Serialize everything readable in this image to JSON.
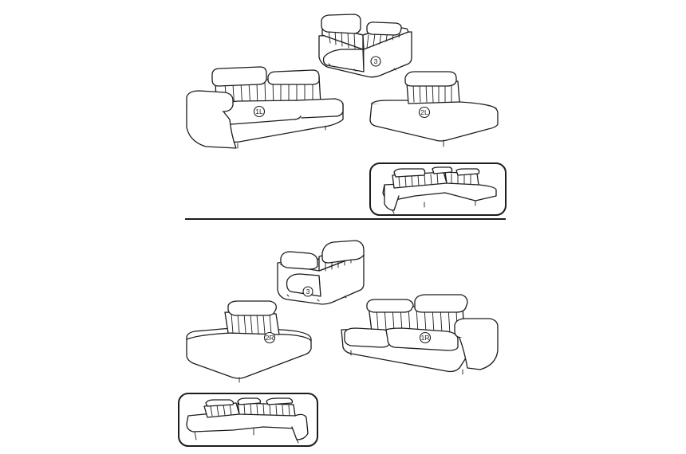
{
  "colors": {
    "line": "#1c1c1c",
    "background": "#ffffff"
  },
  "top_section": {
    "labels": {
      "corner": "3",
      "sofa": "1L",
      "chaise": "2L"
    }
  },
  "bottom_section": {
    "labels": {
      "corner": "3",
      "chaise": "2R",
      "sofa": "1R"
    }
  }
}
